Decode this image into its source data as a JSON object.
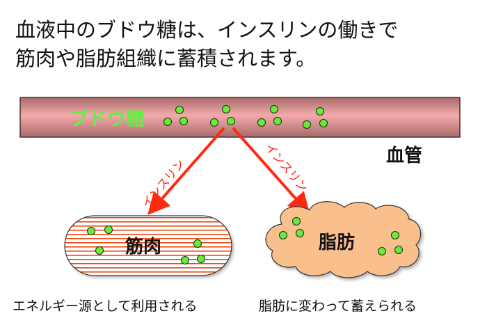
{
  "title": {
    "line1": "血液中のブドウ糖は、インスリンの働きで",
    "line2": "筋肉や脂肪組織に蓄積されます。"
  },
  "vessel": {
    "glucose_label": "ブドウ糖",
    "vessel_label": "血管",
    "colors": {
      "vessel_light": "#f0a8a8",
      "vessel_dark": "#a86a6a",
      "glucose_text": "#66ee44",
      "glucose_dot": "#66ee33"
    }
  },
  "arrows": {
    "left_label": "インスリン",
    "right_label": "インスリン",
    "color": "#ff2a10"
  },
  "muscle": {
    "label": "筋肉",
    "caption": "エネルギー源として利用される",
    "stripe_color": "#ee4411"
  },
  "fat": {
    "label": "脂肪",
    "caption": "脂肪に変わって蓄えられる",
    "fill_color": "#f9c08e"
  }
}
